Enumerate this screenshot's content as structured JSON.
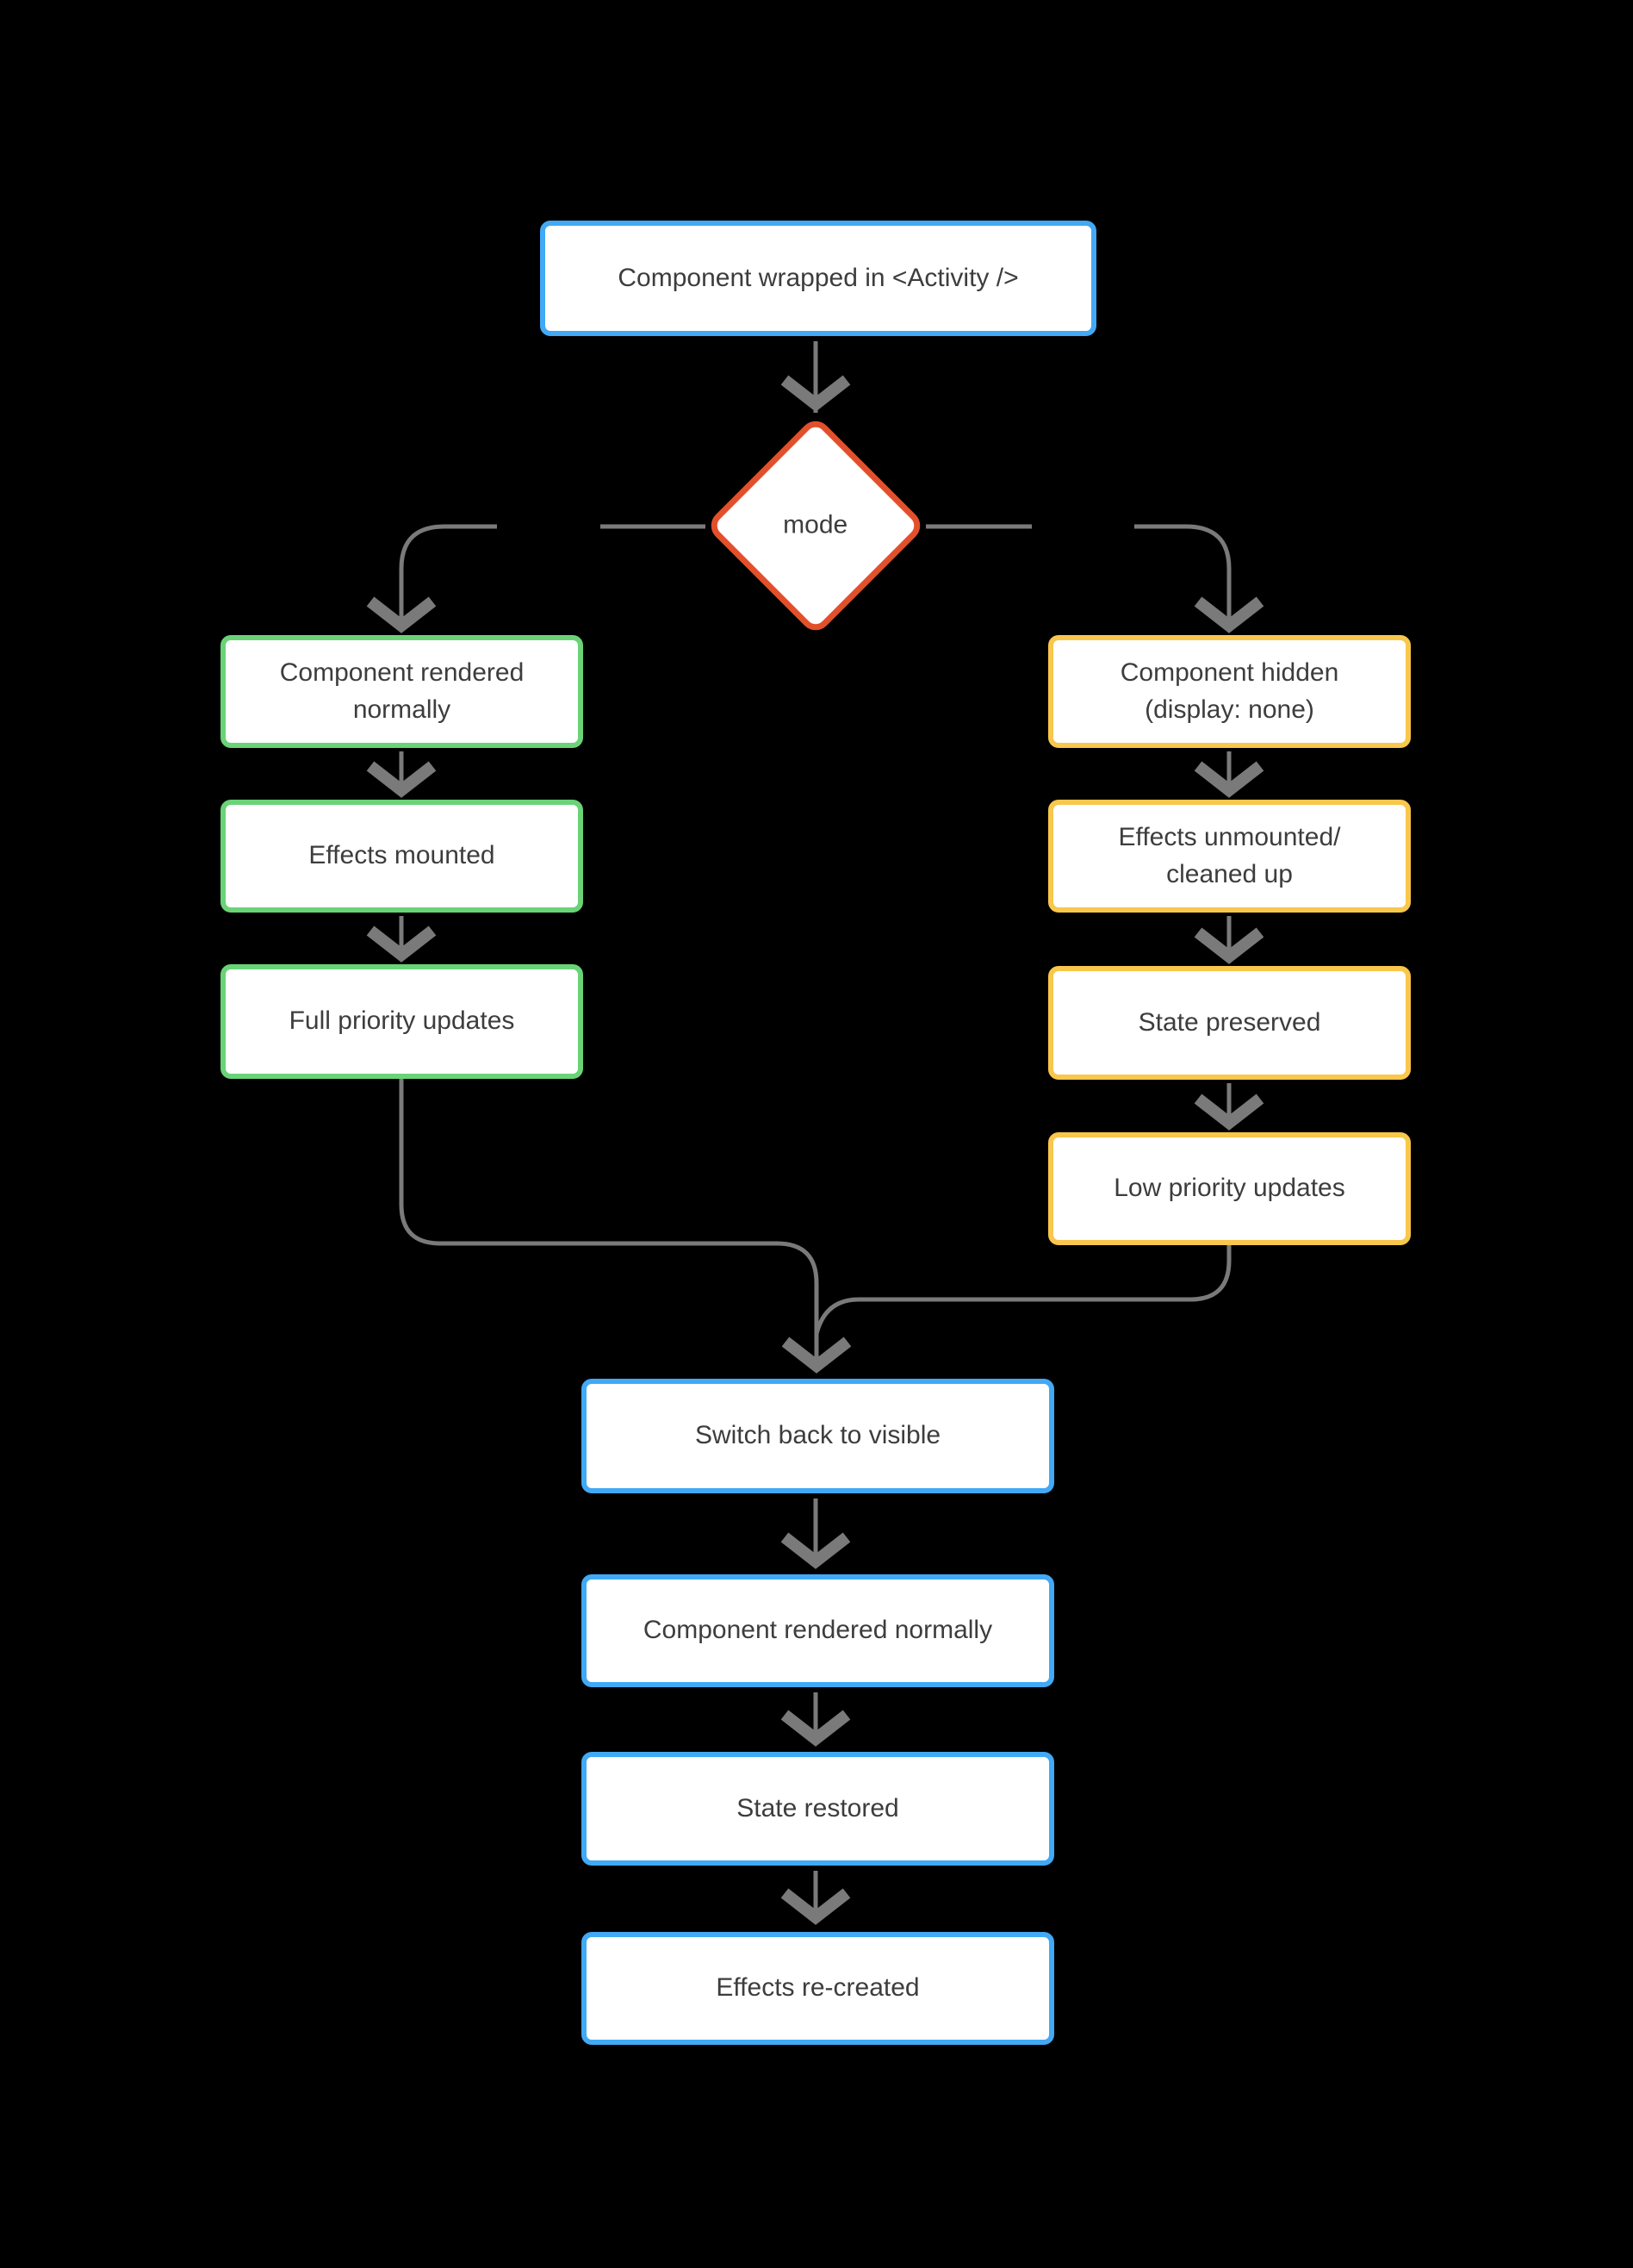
{
  "diagram": {
    "background": "#000000",
    "colors": {
      "blue": "#41a9f5",
      "green": "#6ad377",
      "yellow": "#f8c74b",
      "red": "#e2502b",
      "line": "#7a7a7a",
      "box_fill": "#ffffff",
      "text": "#3d3d3d",
      "background": "#000000"
    },
    "nodes": {
      "activity_wrap": {
        "label": "Component wrapped in <Activity />"
      },
      "mode": {
        "label": "mode"
      },
      "rendered_normally_left": {
        "label": "Component rendered\nnormally"
      },
      "effects_mounted": {
        "label": "Effects mounted"
      },
      "full_priority": {
        "label": "Full priority updates"
      },
      "component_hidden": {
        "label": "Component hidden\n(display: none)"
      },
      "effects_unmounted": {
        "label": "Effects unmounted/\ncleaned up"
      },
      "state_preserved": {
        "label": "State preserved"
      },
      "low_priority": {
        "label": "Low priority updates"
      },
      "switch_back": {
        "label": "Switch back to visible"
      },
      "rendered_normally_bottom": {
        "label": "Component rendered normally"
      },
      "state_restored": {
        "label": "State restored"
      },
      "effects_recreated": {
        "label": "Effects re-created"
      }
    }
  }
}
